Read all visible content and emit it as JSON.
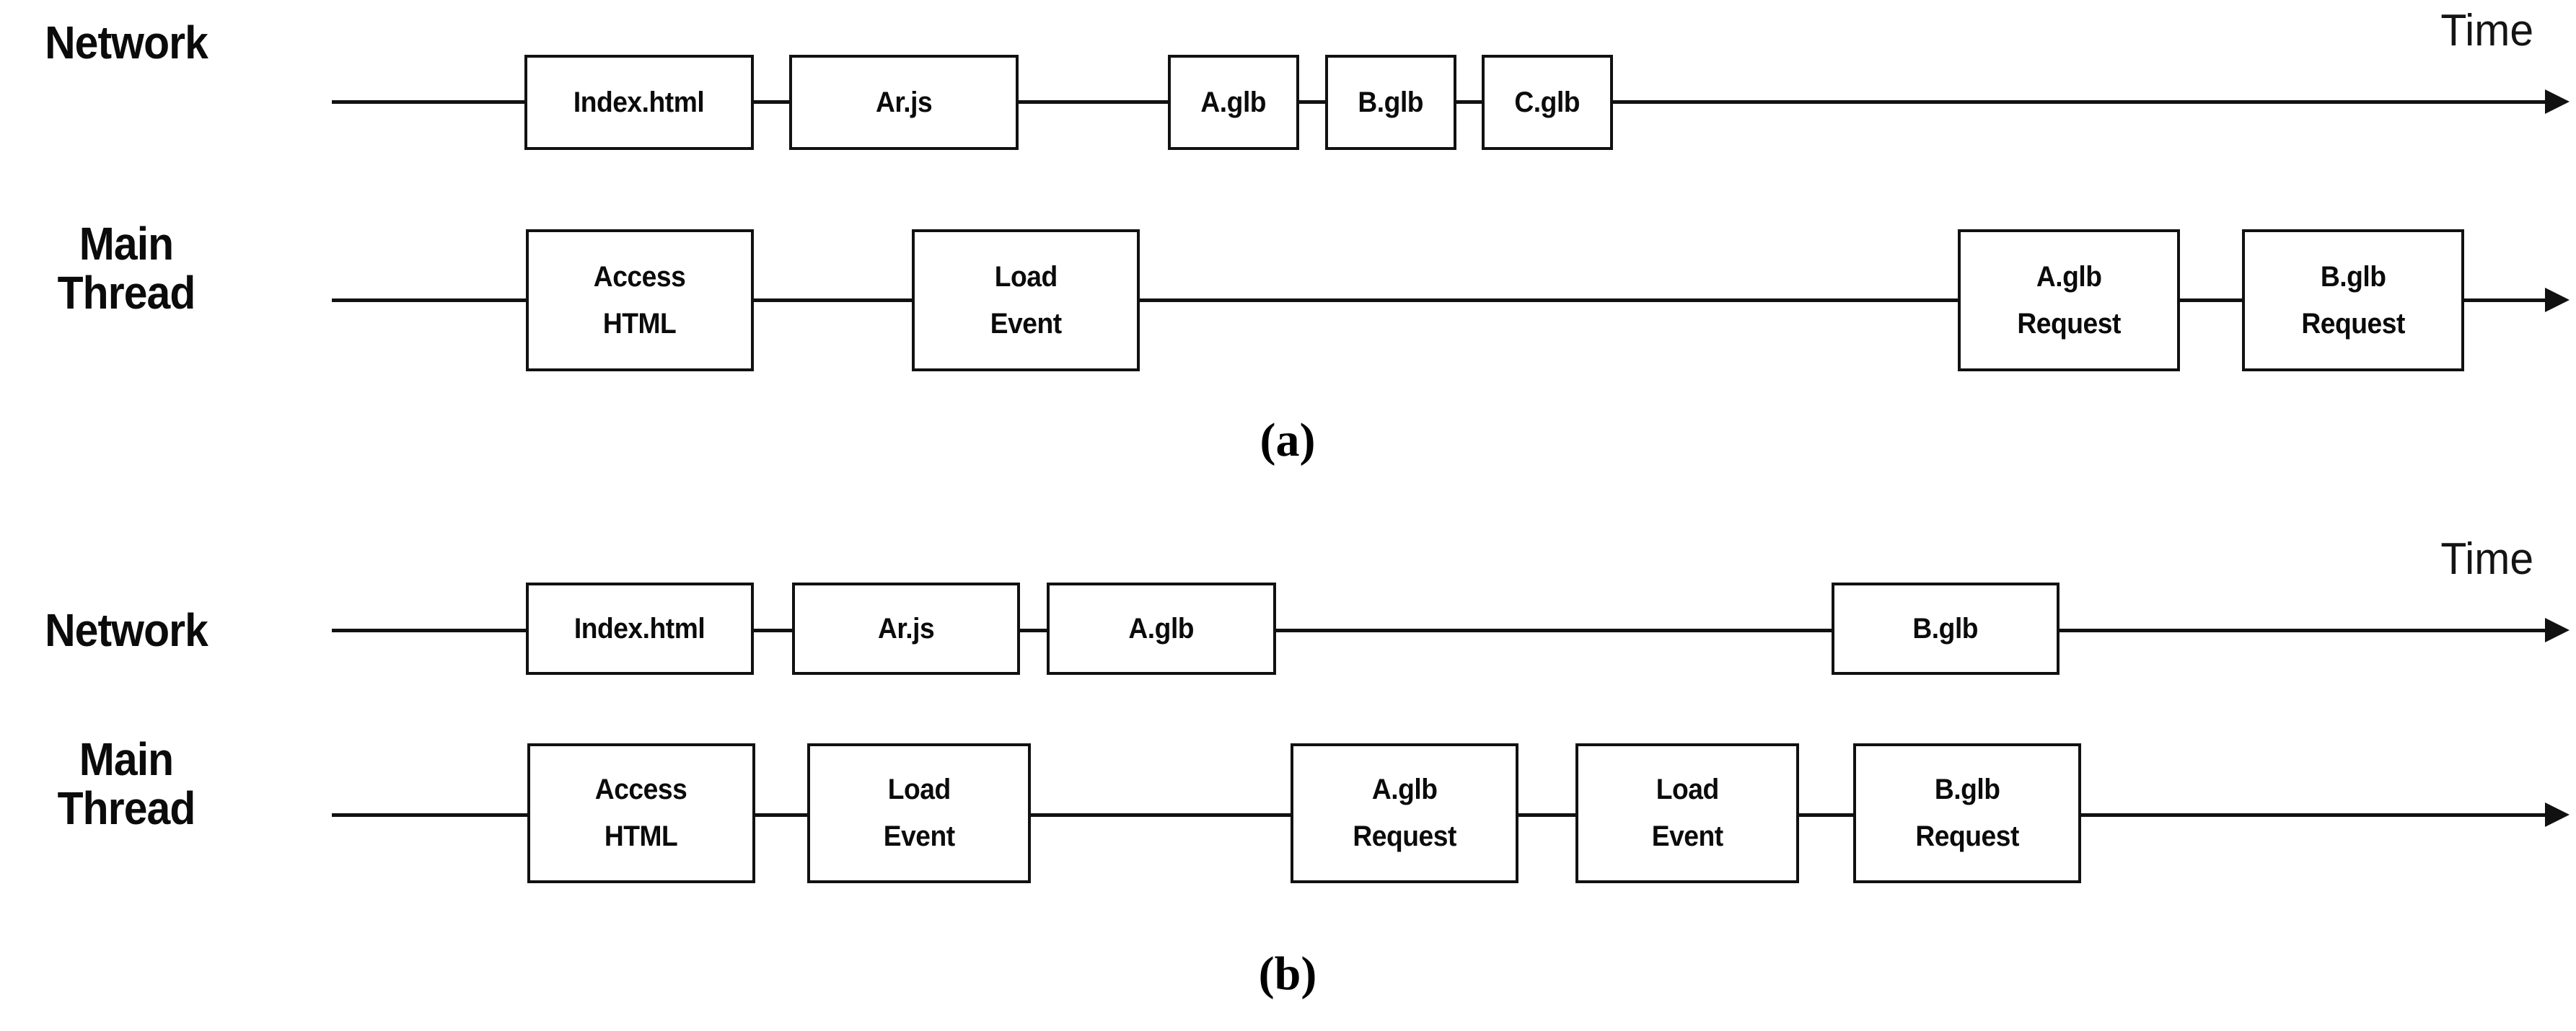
{
  "figure": {
    "title": "Network and Main Thread timeline comparison",
    "stroke_color": "#111111",
    "background_color": "#ffffff",
    "text_color": "#0b0b0b"
  },
  "panels": [
    {
      "caption": "(a)",
      "rows": [
        {
          "label": "Network",
          "axis_caption": "Time",
          "boxes": [
            {
              "text": "Index.html"
            },
            {
              "text": "Ar.js"
            },
            {
              "text": "A.glb"
            },
            {
              "text": "B.glb"
            },
            {
              "text": "C.glb"
            }
          ]
        },
        {
          "label": "Main\nThread",
          "axis_caption": "",
          "boxes": [
            {
              "text": "Access\nHTML"
            },
            {
              "text": "Load\nEvent"
            },
            {
              "text": "A.glb\nRequest"
            },
            {
              "text": "B.glb\nRequest"
            }
          ]
        }
      ]
    },
    {
      "caption": "(b)",
      "rows": [
        {
          "label": "Network",
          "axis_caption": "Time",
          "boxes": [
            {
              "text": "Index.html"
            },
            {
              "text": "Ar.js"
            },
            {
              "text": "A.glb"
            },
            {
              "text": "B.glb"
            }
          ]
        },
        {
          "label": "Main\nThread",
          "axis_caption": "",
          "boxes": [
            {
              "text": "Access\nHTML"
            },
            {
              "text": "Load\nEvent"
            },
            {
              "text": "A.glb\nRequest"
            },
            {
              "text": "Load\nEvent"
            },
            {
              "text": "B.glb\nRequest"
            }
          ]
        }
      ]
    }
  ]
}
